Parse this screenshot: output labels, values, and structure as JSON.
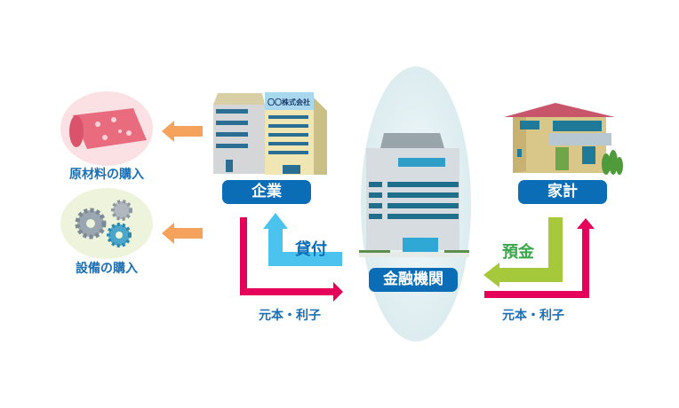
{
  "nodes": {
    "company": "企業",
    "bank": "金融機関",
    "household": "家計",
    "company_sign": "〇〇株式会社"
  },
  "purchases": {
    "materials": "原材料の購入",
    "equipment": "設備の購入"
  },
  "flows": {
    "loan": "貸付",
    "deposit": "預金",
    "repayment_company": "元本・利子",
    "repayment_household": "元本・利子"
  },
  "colors": {
    "pill": "#0a6db5",
    "loan_arrow": "#4cc3ef",
    "deposit_arrow": "#a5c93a",
    "repayment_arrow": "#e5005a",
    "purchase_arrow": "#f5a25d"
  }
}
